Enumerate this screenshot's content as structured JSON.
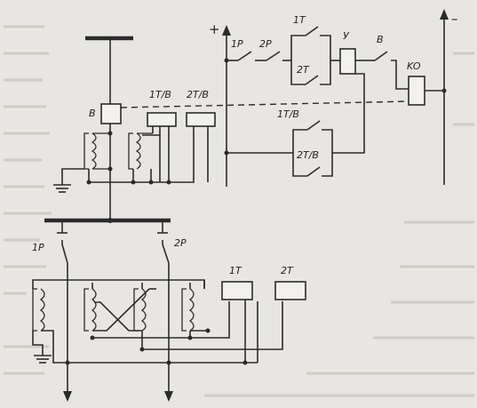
{
  "labels": {
    "breaker": "B",
    "relay_1t_b": "1T/B",
    "relay_2t_b": "2T/B",
    "switch_1p": "1P",
    "switch_2p": "2P",
    "relay_1t": "1T",
    "relay_2t": "2T",
    "plus": "+",
    "minus": "–",
    "ctrl_1p": "1P",
    "ctrl_2p": "2P",
    "ctrl_1t": "1T",
    "ctrl_2t": "2T",
    "ctrl_u": "У",
    "ctrl_b": "B",
    "ctrl_ko": "KO",
    "ctrl_1t_b": "1T/B",
    "ctrl_2t_b": "2T/B"
  }
}
